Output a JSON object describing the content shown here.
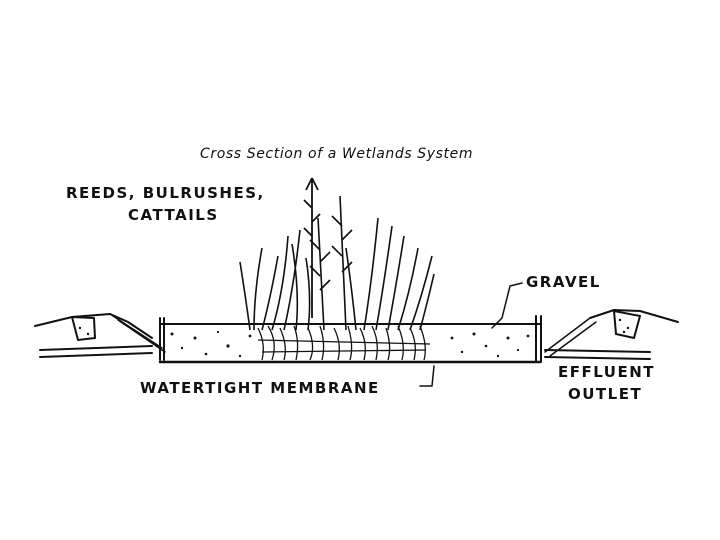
{
  "diagram": {
    "title": "Cross Section of a Wetlands System",
    "labels": {
      "plants_line1": "REEDS, BULRUSHES,",
      "plants_line2": "CATTAILS",
      "gravel": "GRAVEL",
      "membrane": "WATERTIGHT MEMBRANE",
      "outlet_line1": "EFFLUENT",
      "outlet_line2": "OUTLET"
    },
    "colors": {
      "ink": "#111111",
      "background": "#ffffff"
    }
  }
}
